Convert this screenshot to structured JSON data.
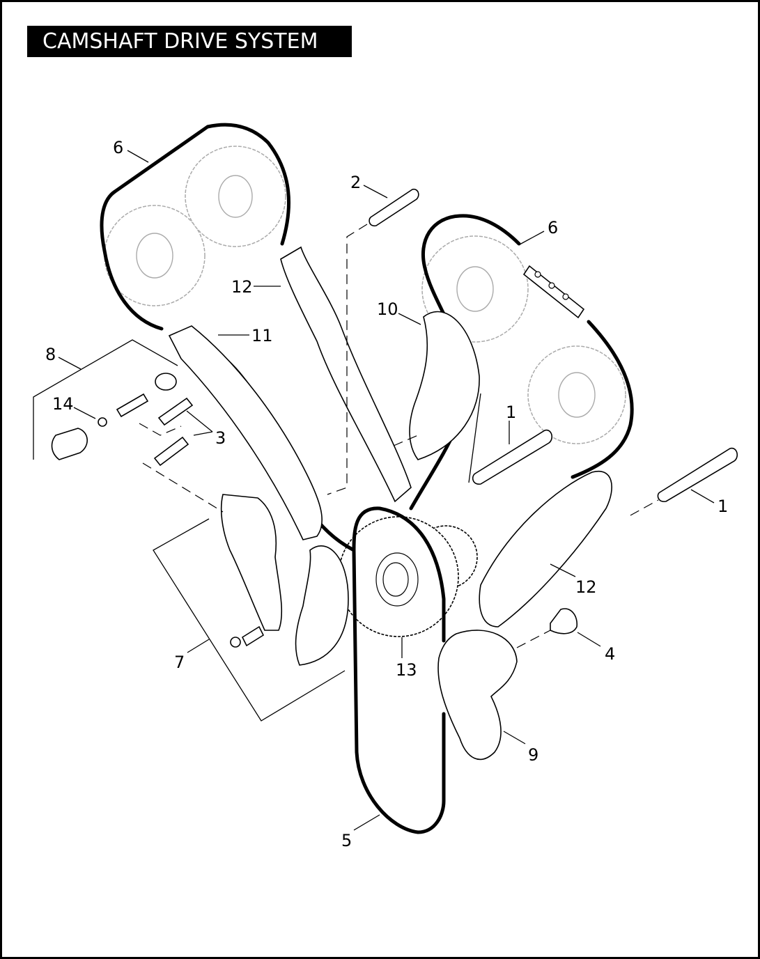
{
  "title": "CAMSHAFT DRIVE SYSTEM",
  "callouts": {
    "c6a": "6",
    "c2": "2",
    "c6b": "6",
    "c12a": "12",
    "c10": "10",
    "c11": "11",
    "c8": "8",
    "c14": "14",
    "c1a": "1",
    "c3": "3",
    "c1b": "1",
    "c12b": "12",
    "c4": "4",
    "c7": "7",
    "c13": "13",
    "c9": "9",
    "c5": "5"
  }
}
